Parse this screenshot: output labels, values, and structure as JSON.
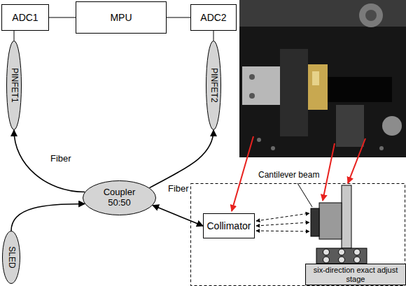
{
  "diagram": {
    "nodes": [
      {
        "text": [
          "ADC1"
        ]
      },
      {
        "text": [
          "MPU"
        ]
      },
      {
        "text": [
          "ADC2"
        ]
      },
      {
        "text": [
          "PINFET1"
        ]
      },
      {
        "text": [
          "PINFET2"
        ]
      },
      {
        "text": [
          "Coupler 50:50"
        ]
      },
      {
        "text": [
          "SLED"
        ]
      },
      {
        "text": [
          "Collimator"
        ]
      },
      {
        "text": [
          "six-direction exact adjust stage"
        ]
      }
    ],
    "edges": [
      {
        "from": 1,
        "to": 0,
        "arrow": "none"
      },
      {
        "from": 1,
        "to": 2,
        "arrow": "none"
      },
      {
        "from": 0,
        "to": 3,
        "arrow": "none"
      },
      {
        "from": 2,
        "to": 4,
        "arrow": "none"
      },
      {
        "from": 5,
        "to": 3,
        "arrow": "to",
        "label": "Fiber"
      },
      {
        "from": 5,
        "to": 4,
        "arrow": "to"
      },
      {
        "from": 6,
        "to": 5,
        "arrow": "to"
      },
      {
        "from": 5,
        "to": 7,
        "arrow": "both",
        "label": "Fiber"
      }
    ],
    "labels": [
      "Cantilever beam"
    ]
  }
}
